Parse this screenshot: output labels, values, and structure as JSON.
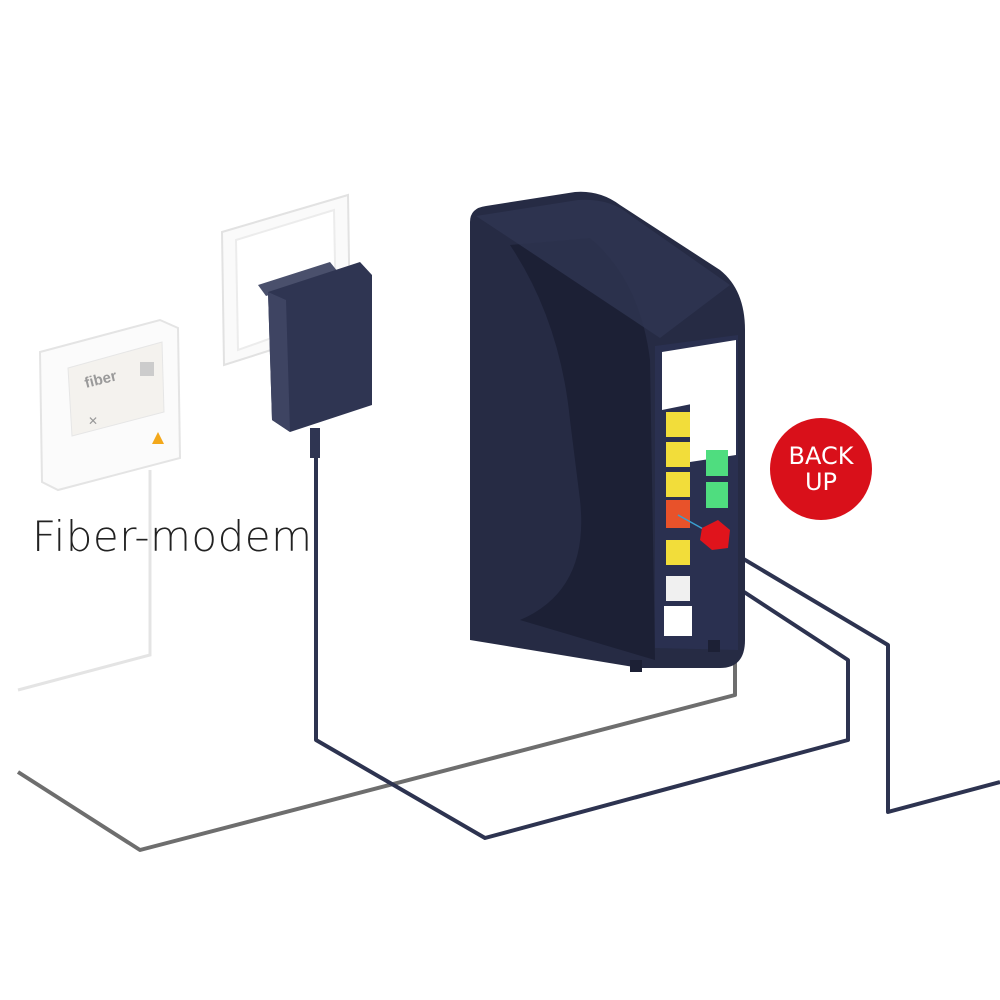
{
  "modem": {
    "label": "Fiber-modem",
    "brand_text": "fiber"
  },
  "backup_badge": {
    "line1": "BACK",
    "line2": "UP",
    "color": "#d9101a"
  },
  "colors": {
    "router": "#262b44",
    "lan_port": "#f2dd3a",
    "backup_port": "#e8522a",
    "phone_port": "#4fdd7f",
    "backup_plug": "#e0141c"
  }
}
